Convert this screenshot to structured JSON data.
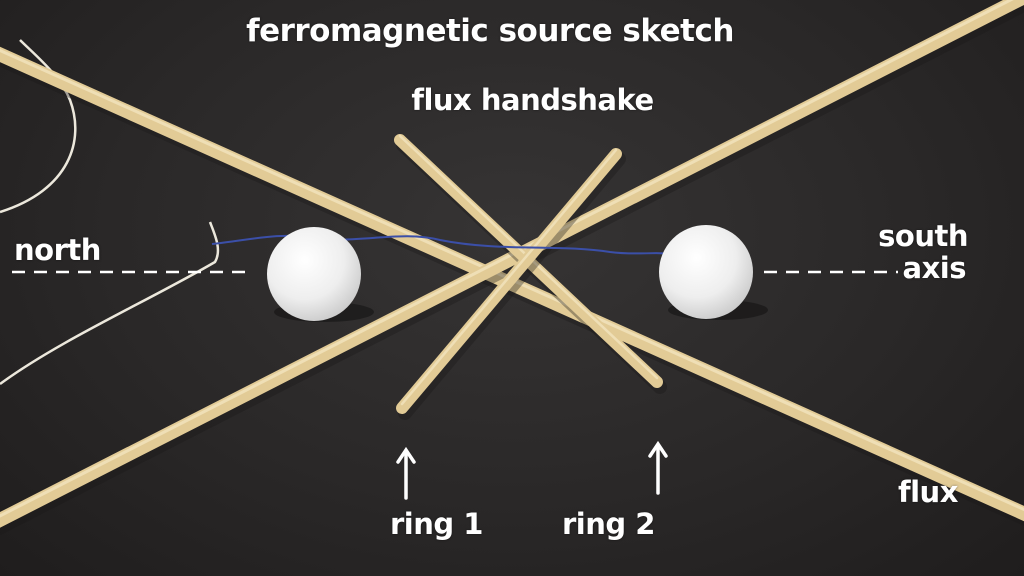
{
  "labels": {
    "title": "ferromagnetic source sketch",
    "subtitle": "flux handshake",
    "north": "north",
    "south": "south",
    "axis": "axis",
    "ring1": "ring 1",
    "ring2": "ring 2",
    "flux": "flux"
  },
  "colors": {
    "background": "#2a2828",
    "dowel": "#e4cf9c",
    "sphere": "#f2f2f2",
    "text": "#ffffff",
    "blue_thread": "#3b4fa8",
    "white_thread": "#ece8dc"
  }
}
